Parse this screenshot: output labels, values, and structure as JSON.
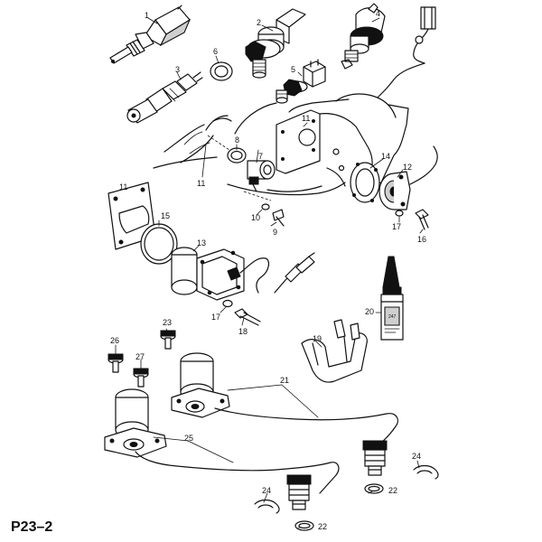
{
  "diagram": {
    "reference": "P23–2",
    "bottle_text": "247",
    "callouts": {
      "p1": "1",
      "p2": "2",
      "p3": "3",
      "p4": "4",
      "p5": "5",
      "p6": "6",
      "p7": "7",
      "p8": "8",
      "p9": "9",
      "p10": "10",
      "p11a": "11",
      "p11b": "11",
      "p11c": "11",
      "p12": "12",
      "p13": "13",
      "p14": "14",
      "p15": "15",
      "p16": "16",
      "p17a": "17",
      "p17b": "17",
      "p18": "18",
      "p19": "19",
      "p20": "20",
      "p21": "21",
      "p22a": "22",
      "p22b": "22",
      "p23": "23",
      "p24a": "24",
      "p24b": "24",
      "p25": "25",
      "p26": "26",
      "p27": "27"
    }
  }
}
